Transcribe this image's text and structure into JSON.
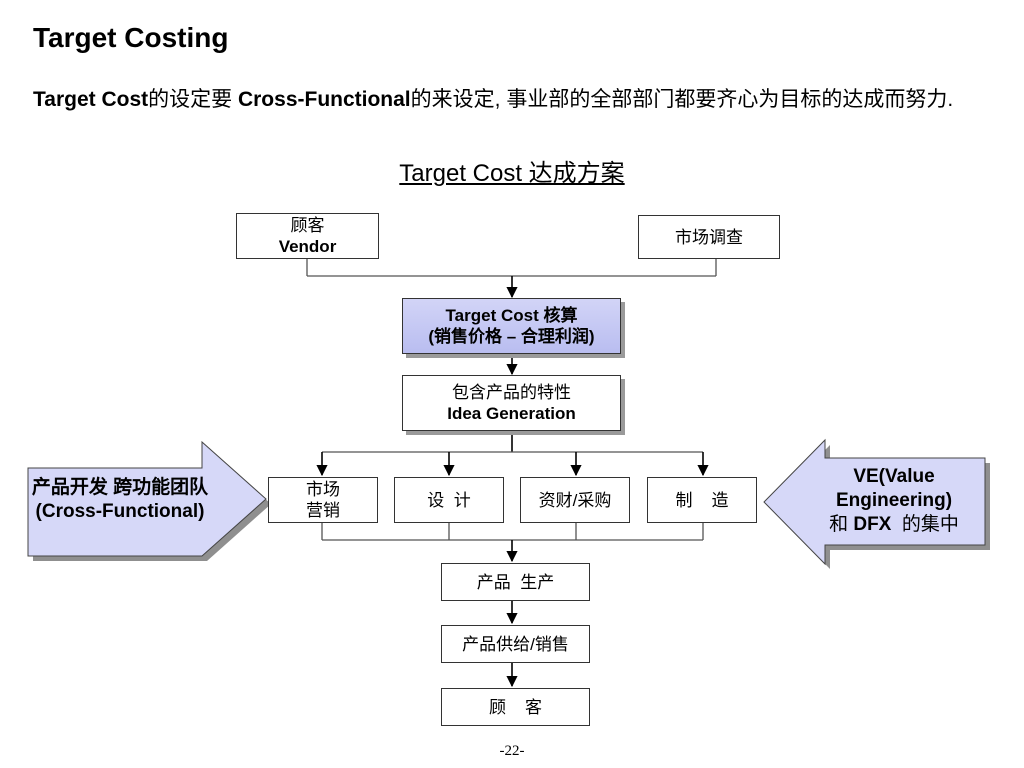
{
  "page": {
    "title": "Target Costing",
    "intro_bold_1": "Target Cost",
    "intro_text_1": "的设定要 ",
    "intro_bold_2": "Cross-Functional",
    "intro_text_2": "的来设定, 事业部的全部部门都要齐心为目标的达成而努力.",
    "subtitle": "Target Cost 达成方案",
    "page_number": "-22-"
  },
  "diagram": {
    "customer_vendor": {
      "line1": "顾客",
      "line2": "Vendor"
    },
    "market_research": "市场调查",
    "target_cost_calc": {
      "line1": "Target Cost 核算",
      "line2": "(销售价格 – 合理利润)"
    },
    "idea_generation": {
      "line1": "包含产品的特性",
      "line2": "Idea Generation"
    },
    "departments": {
      "marketing": {
        "line1": "市场",
        "line2": "营销"
      },
      "design": "设  计",
      "procurement": "资财/采购",
      "manufacturing": "制    造"
    },
    "production": "产品  生产",
    "supply_sales": "产品供给/销售",
    "final_customer": "顾    客",
    "left_arrow": {
      "line1": "产品开发  跨功能团队",
      "line2": "(Cross-Functional)"
    },
    "right_arrow": {
      "line1": "VE(Value",
      "line2": "Engineering)",
      "line3_prefix": "和 ",
      "line3_bold": "DFX",
      "line3_suffix": "  的集中"
    },
    "colors": {
      "accent_fill": "#c4c7f3",
      "arrow_fill": "#d6d8f8",
      "shadow": "#9a9a9a",
      "border": "#333333"
    }
  }
}
